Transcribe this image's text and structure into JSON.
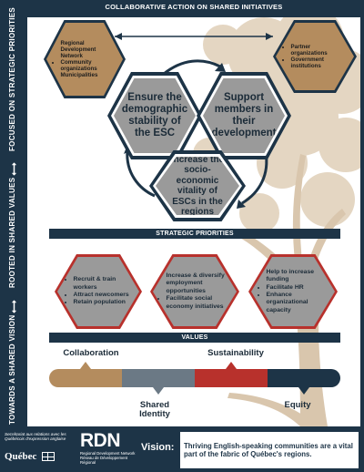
{
  "header": {
    "title": "COLLABORATIVE ACTION ON SHARED INITIATIVES"
  },
  "sidebar": {
    "segment_1": "TOWARDS A SHARED VISION",
    "segment_2": "ROOTED IN SHARED VALUES",
    "segment_3": "FOCUSED ON STRATEGIC PRIORITIES",
    "arrow_glyph": "⟷"
  },
  "partners_left": [
    "Regional Development Network",
    "Community organizations",
    "Municipalities"
  ],
  "partners_right": [
    "Partner organizations",
    "Government institutions"
  ],
  "goals": [
    "Ensure the demographic stability of the ESC",
    "Support members in their development",
    "Increase the socio-economic vitality of ESCs in the regions"
  ],
  "strategic_priorities": {
    "title": "STRATEGIC PRIORITIES",
    "groups": [
      [
        "Recruit & train workers",
        "Attract newcomers",
        "Retain population"
      ],
      [
        "Increase & diversify employment opportunities",
        "Facilitate social economy initiatives"
      ],
      [
        "Help to increase funding",
        "Facilitate HR",
        "Enhance organizational capacity"
      ]
    ]
  },
  "values": {
    "title": "VALUES",
    "items": [
      "Collaboration",
      "Shared Identity",
      "Sustainability",
      "Equity"
    ],
    "colors": [
      "#b48c5e",
      "#6b7985",
      "#b8312c",
      "#1d3447"
    ]
  },
  "footer": {
    "secretariat": "Secrétariat aux relations avec les Québécois d'expression anglaise",
    "quebec": "Québec",
    "rdn_logo": "RDN",
    "rdn_sub_en": "Regional Development Network",
    "rdn_sub_fr": "Réseau de Développement Régional",
    "vision_label": "Vision:",
    "vision_text": "Thriving English-speaking communities are a vital part of the fabric of Québec's regions."
  },
  "colors": {
    "navy": "#1d3447",
    "tan": "#b48c5e",
    "grey": "#9a9a9a",
    "red": "#b8312c",
    "slate": "#6b7985",
    "tree": "#d8c7b0"
  }
}
